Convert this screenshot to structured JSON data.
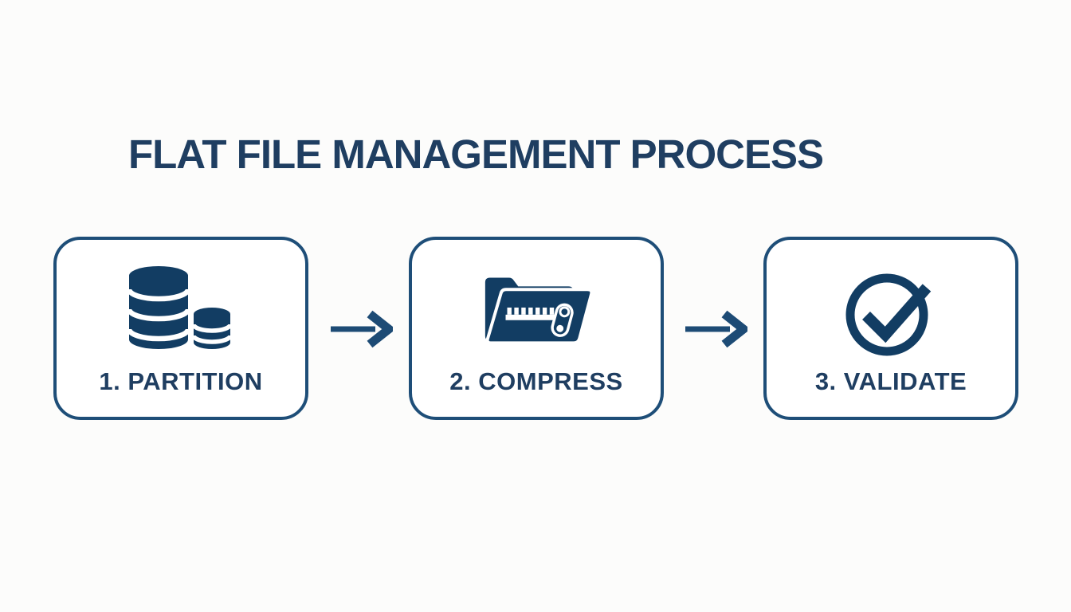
{
  "title": "FLAT FILE MANAGEMENT PROCESS",
  "steps": [
    {
      "label": "1. PARTITION",
      "icon": "databases-icon"
    },
    {
      "label": "2. COMPRESS",
      "icon": "zip-folder-icon"
    },
    {
      "label": "3. VALIDATE",
      "icon": "check-circle-icon"
    }
  ],
  "connectors": [
    {
      "icon": "arrow-right-icon"
    },
    {
      "icon": "arrow-right-icon"
    }
  ],
  "colors": {
    "background": "#fcfcfb",
    "box_background": "#ffffff",
    "border": "#1e4e78",
    "text": "#1f3e61",
    "icon": "#123d63",
    "arrow": "#1d4b75"
  }
}
